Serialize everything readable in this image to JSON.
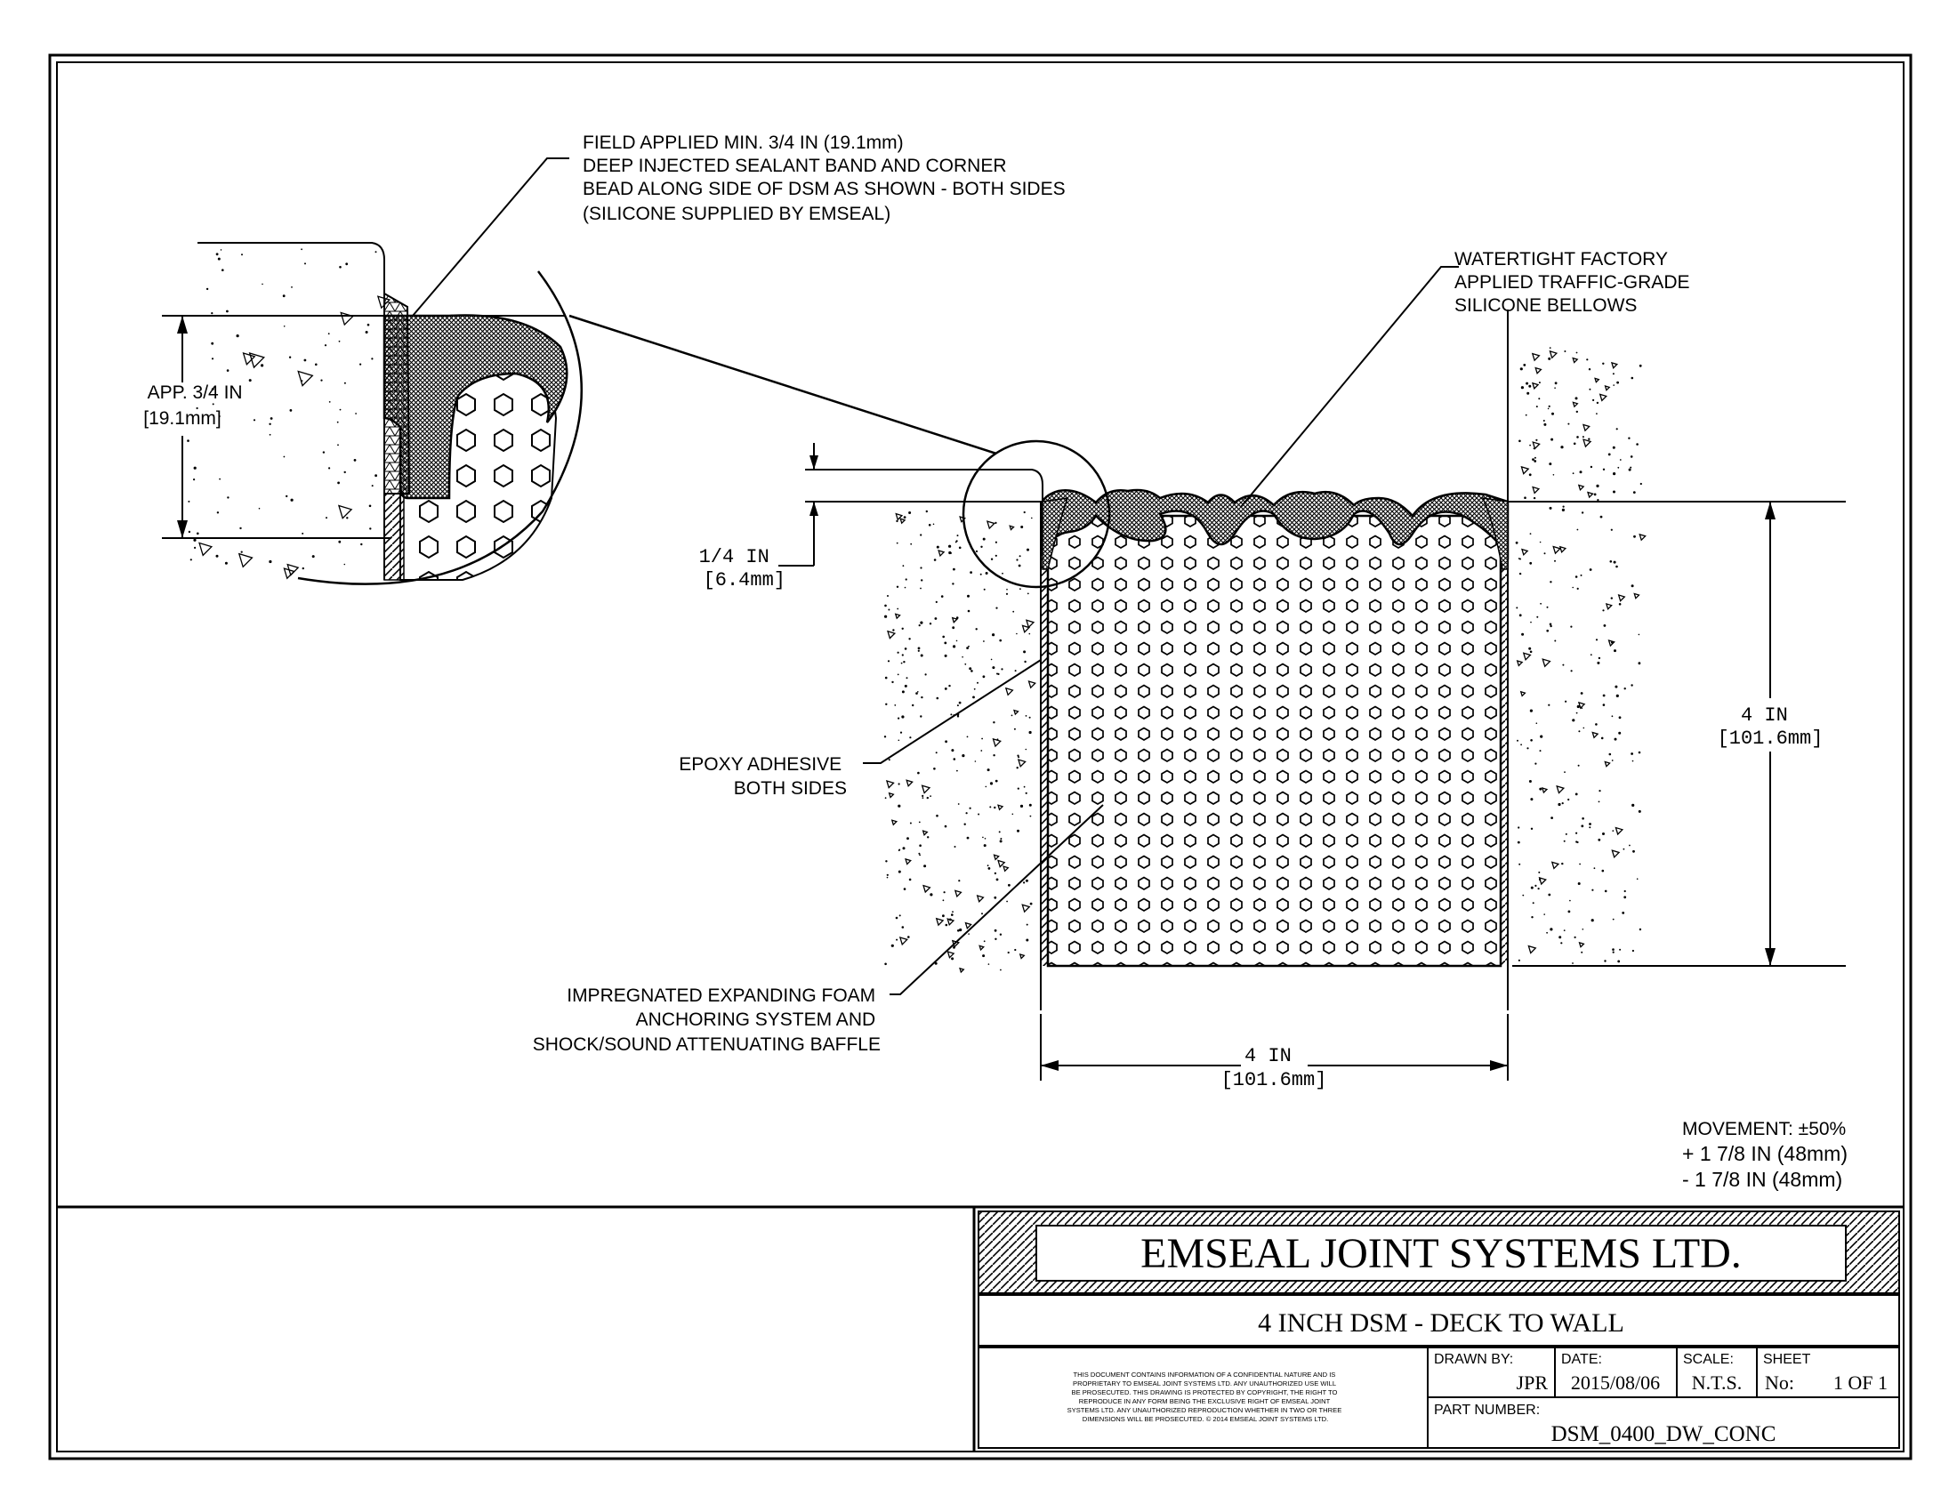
{
  "callouts": {
    "sealant_band": [
      "FIELD APPLIED MIN. 3/4 IN (19.1mm)",
      "DEEP INJECTED SEALANT BAND AND CORNER",
      "BEAD ALONG SIDE OF DSM AS SHOWN - BOTH SIDES",
      "(SILICONE SUPPLIED BY EMSEAL)"
    ],
    "bellows": [
      "WATERTIGHT FACTORY",
      "APPLIED TRAFFIC-GRADE",
      "SILICONE BELLOWS"
    ],
    "epoxy": [
      "EPOXY ADHESIVE",
      "BOTH SIDES"
    ],
    "foam": [
      "IMPREGNATED EXPANDING FOAM",
      "ANCHORING SYSTEM AND",
      "SHOCK/SOUND ATTENUATING BAFFLE"
    ]
  },
  "dimensions": {
    "detail_depth": [
      "APP. 3/4 IN",
      "[19.1mm]"
    ],
    "recess": [
      "1/4 IN",
      "[6.4mm]"
    ],
    "height": [
      "4 IN",
      "[101.6mm]"
    ],
    "width": [
      "4 IN",
      "[101.6mm]"
    ]
  },
  "movement": [
    "MOVEMENT: ±50%",
    "+ 1 7/8 IN (48mm)",
    "- 1 7/8 IN (48mm)"
  ],
  "title_block": {
    "company": "EMSEAL JOINT SYSTEMS LTD.",
    "drawing_title": "4 INCH DSM - DECK TO WALL",
    "disclaimer": [
      "THIS DOCUMENT CONTAINS INFORMATION OF A CONFIDENTIAL NATURE AND IS",
      "PROPRIETARY TO EMSEAL JOINT SYSTEMS LTD. ANY UNAUTHORIZED USE WILL",
      "BE PROSECUTED. THIS DRAWING IS PROTECTED BY COPYRIGHT, THE RIGHT TO",
      "REPRODUCE IN ANY FORM BEING THE EXCLUSIVE RIGHT OF EMSEAL JOINT",
      "SYSTEMS LTD. ANY UNAUTHORIZED REPRODUCTION WHETHER IN TWO OR THREE",
      "DIMENSIONS WILL BE PROSECUTED. © 2014 EMSEAL JOINT SYSTEMS LTD."
    ],
    "drawn_by_label": "DRAWN BY:",
    "drawn_by": "JPR",
    "date_label": "DATE:",
    "date": "2015/08/06",
    "scale_label": "SCALE:",
    "scale": "N.T.S.",
    "sheet_label": "SHEET",
    "sheet_no_label": "No:",
    "sheet_no": "1 OF 1",
    "part_label": "PART NUMBER:",
    "part_number": "DSM_0400_DW_CONC"
  }
}
